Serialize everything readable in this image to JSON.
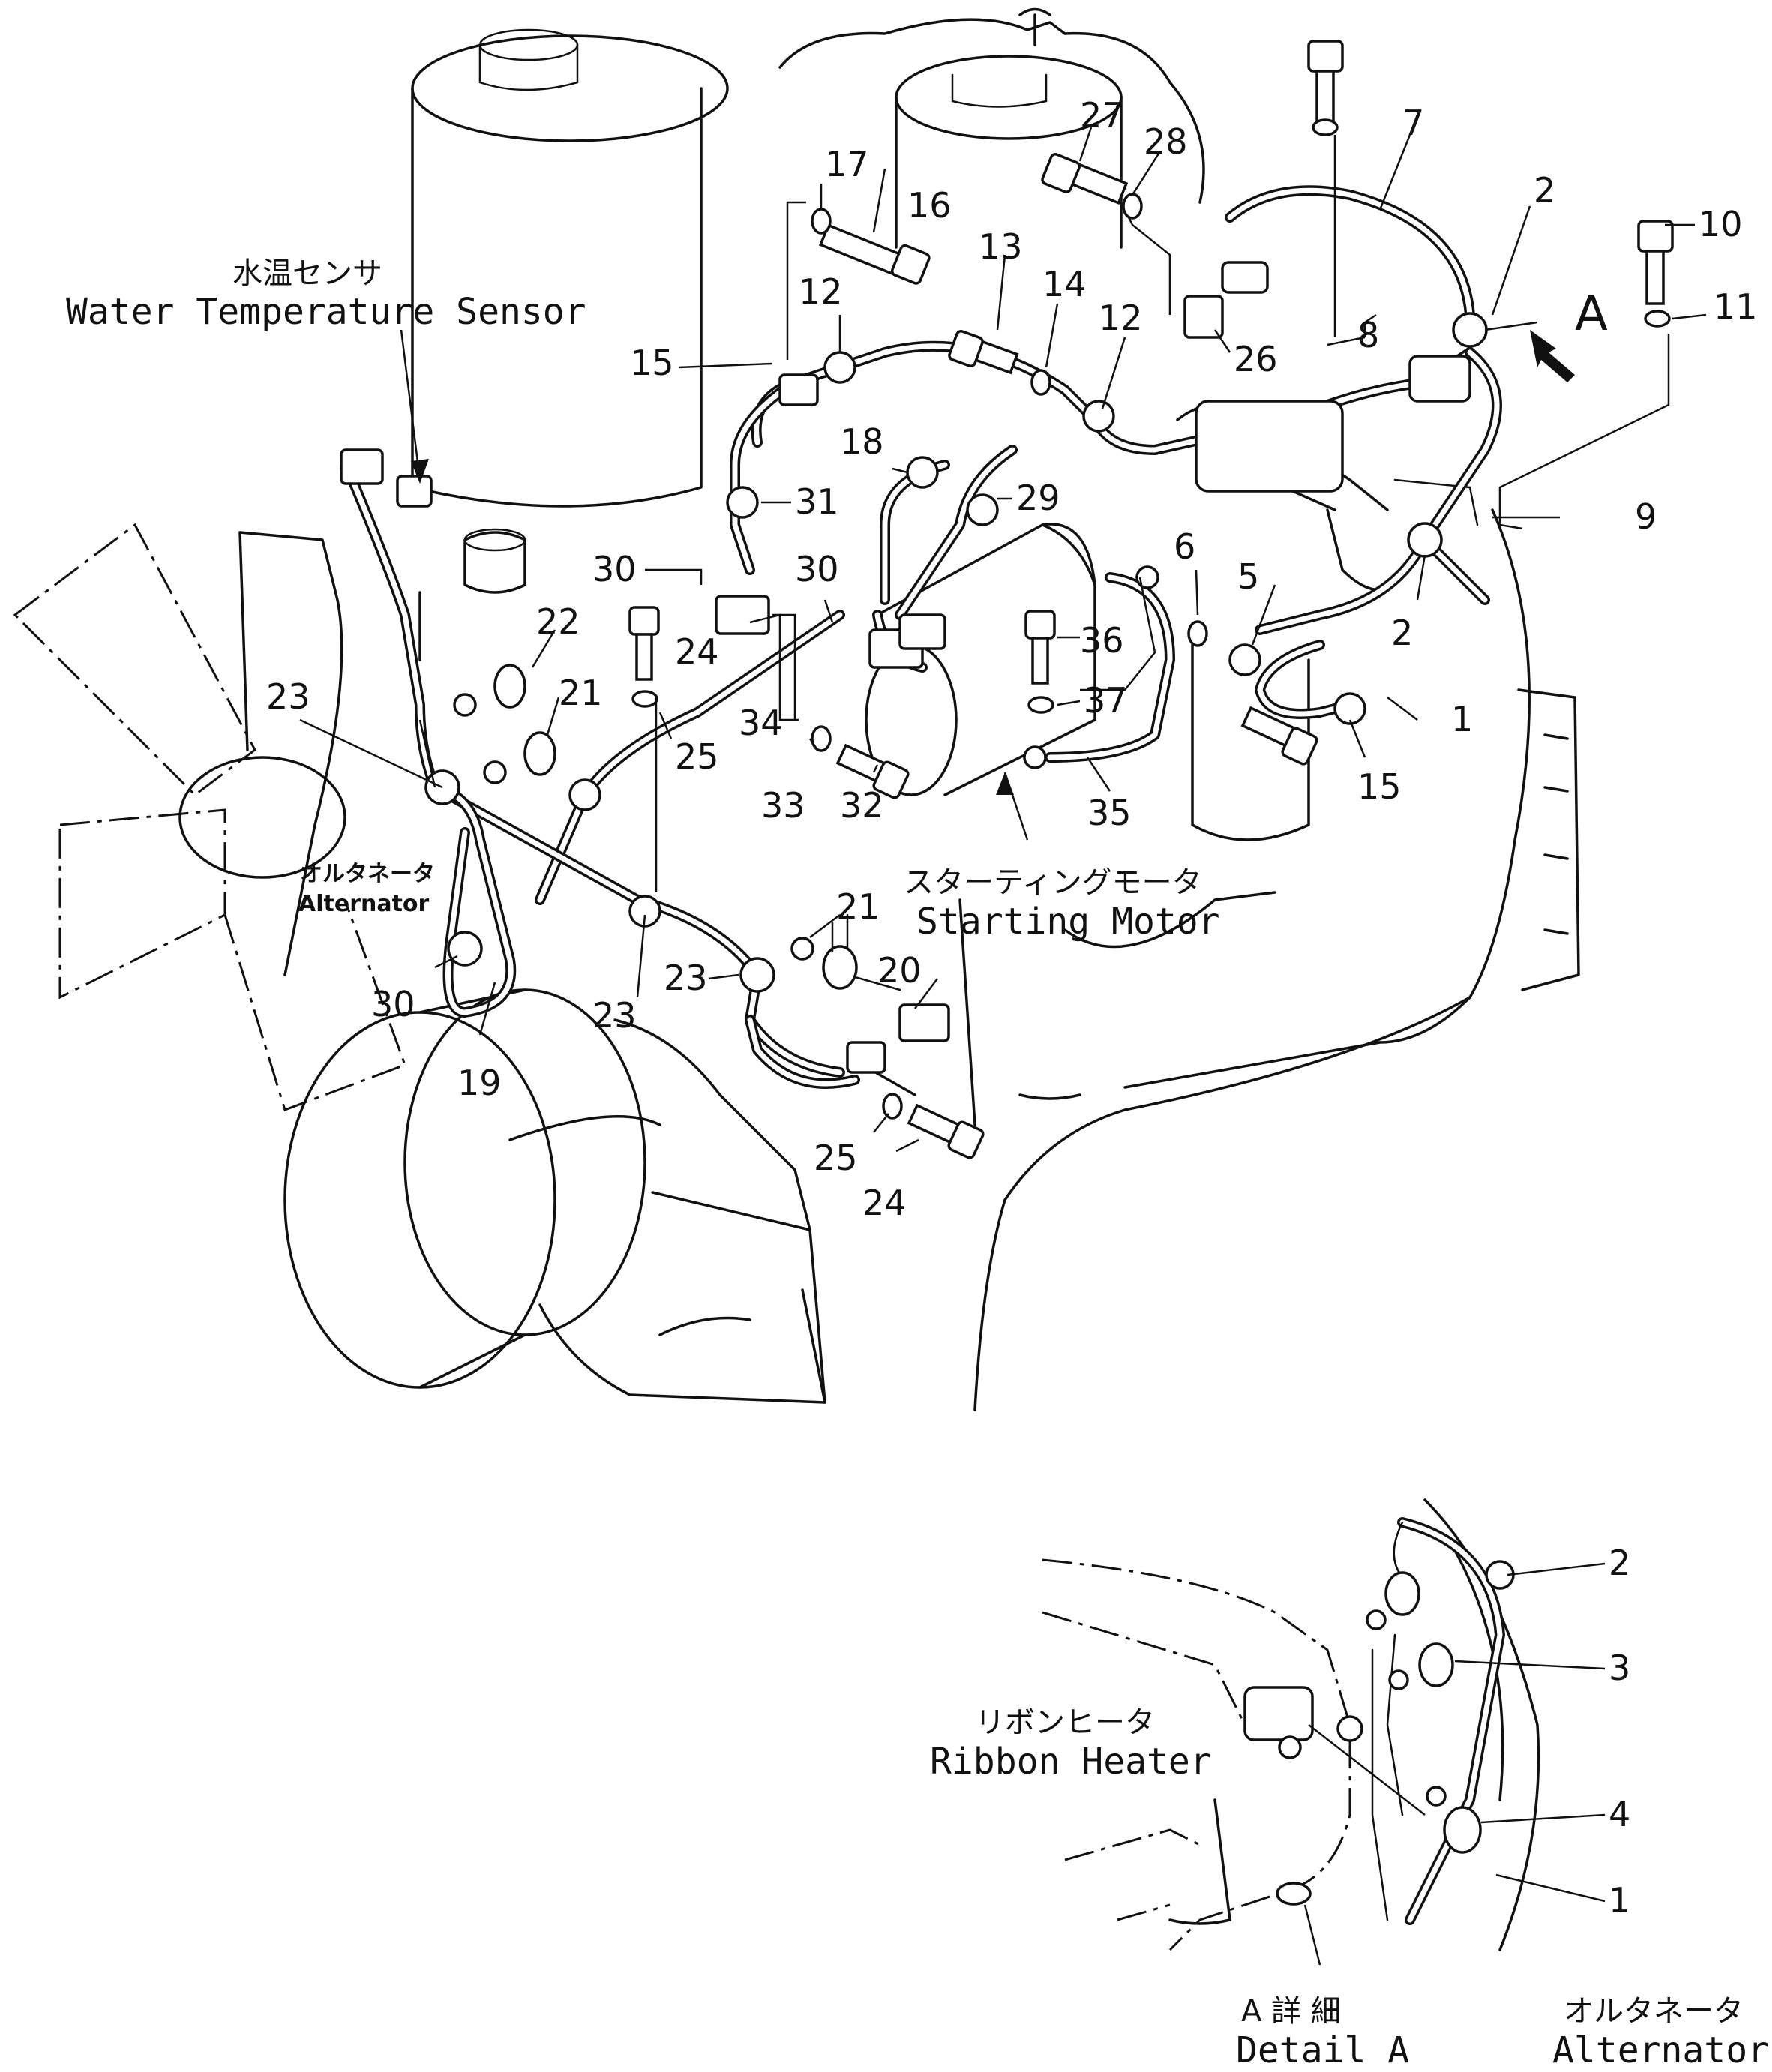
{
  "labels": {
    "water_temp_sensor_jp": "水温センサ",
    "water_temp_sensor_en": "Water Temperature Sensor",
    "alternator_jp": "オルタネータ",
    "alternator_en": "Alternator",
    "starting_motor_jp": "スターティングモータ",
    "starting_motor_en": "Starting Motor",
    "ribbon_heater_jp": "リボンヒータ",
    "ribbon_heater_en": "Ribbon Heater",
    "detail_marker": "A",
    "detail_jp": "A 詳 細",
    "detail_en": "Detail A",
    "detail_alternator_jp": "オルタネータ",
    "detail_alternator_en": "Alternator"
  },
  "callouts": {
    "c1": "1",
    "c2": "2",
    "c5": "5",
    "c6": "6",
    "c7": "7",
    "c8": "8",
    "c9": "9",
    "c10": "10",
    "c11": "11",
    "c12": "12",
    "c13": "13",
    "c14": "14",
    "c15": "15",
    "c16": "16",
    "c17": "17",
    "c18": "18",
    "c19": "19",
    "c20": "20",
    "c21": "21",
    "c22": "22",
    "c23": "23",
    "c24": "24",
    "c25": "25",
    "c26": "26",
    "c27": "27",
    "c28": "28",
    "c29": "29",
    "c30": "30",
    "c31": "31",
    "c32": "32",
    "c33": "33",
    "c34": "34",
    "c35": "35",
    "c36": "36",
    "c37": "37"
  },
  "detail_callouts": {
    "d1": "1",
    "d2": "2",
    "d3": "3",
    "d4": "4"
  }
}
